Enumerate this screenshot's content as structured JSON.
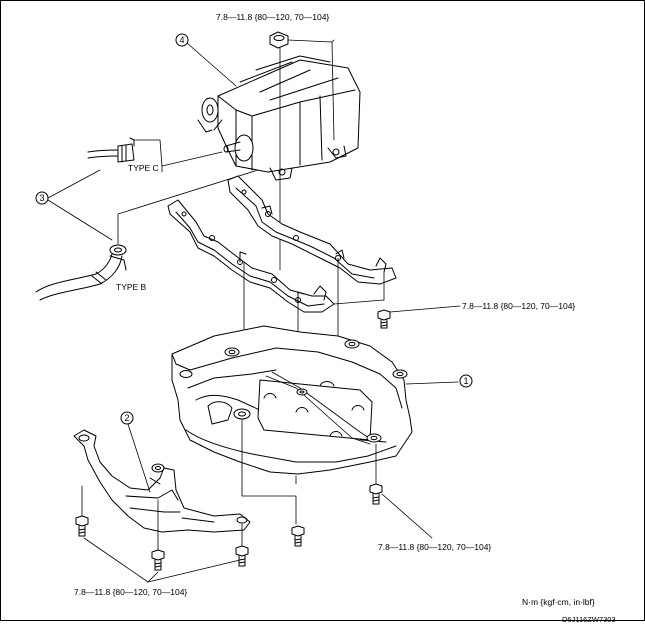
{
  "callouts": {
    "c1": "1",
    "c2": "2",
    "c3": "3",
    "c4": "4"
  },
  "labels": {
    "type_c": "TYPE C",
    "type_b": "TYPE B"
  },
  "torques": {
    "top": "7.8—11.8 {80—120, 70—104}",
    "right_upper": "7.8—11.8 {80—120, 70—104}",
    "right_lower": "7.8—11.8 {80—120, 70—104}",
    "bottom_left": "7.8—11.8 {80—120, 70—104}"
  },
  "units": "N·m {kgf·cm, in·lbf}",
  "figure_code": "D6J116ZW7303",
  "icons": [
    "bolt-icon",
    "nut-icon",
    "charcoal-canister",
    "canister-bracket",
    "undercover-plate",
    "support-bracket",
    "hose-connector"
  ]
}
